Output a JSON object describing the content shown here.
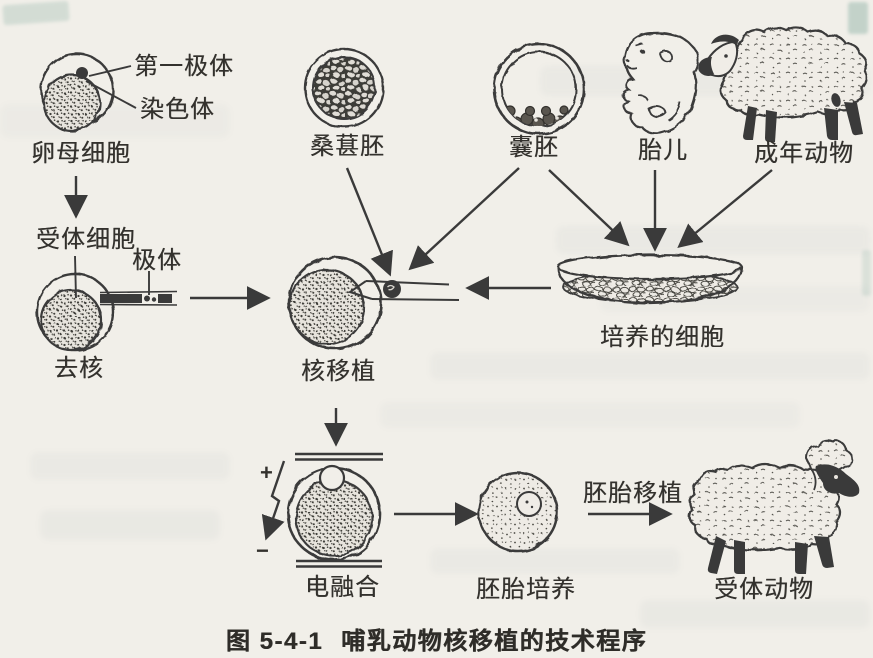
{
  "figure": {
    "caption_number": "图 5-4-1",
    "caption_title": "哺乳动物核移植的技术程序"
  },
  "labels": {
    "first_polar_body": "第一极体",
    "chromosome": "染色体",
    "oocyte": "卵母细胞",
    "recipient_cell": "受体细胞",
    "polar_body": "极体",
    "enucleation": "去核",
    "morula": "桑葚胚",
    "blastocyst": "囊胚",
    "fetus": "胎儿",
    "adult_animal": "成年动物",
    "nuclear_transfer": "核移植",
    "cultured_cells": "培养的细胞",
    "electrofusion": "电融合",
    "embryo_culture": "胚胎培养",
    "embryo_transfer": "胚胎移植",
    "recipient_animal": "受体动物"
  },
  "electrode": {
    "positive": "+",
    "negative": "−"
  },
  "colors": {
    "ink": "#3a3a3a",
    "paper": "#f1efe9"
  }
}
